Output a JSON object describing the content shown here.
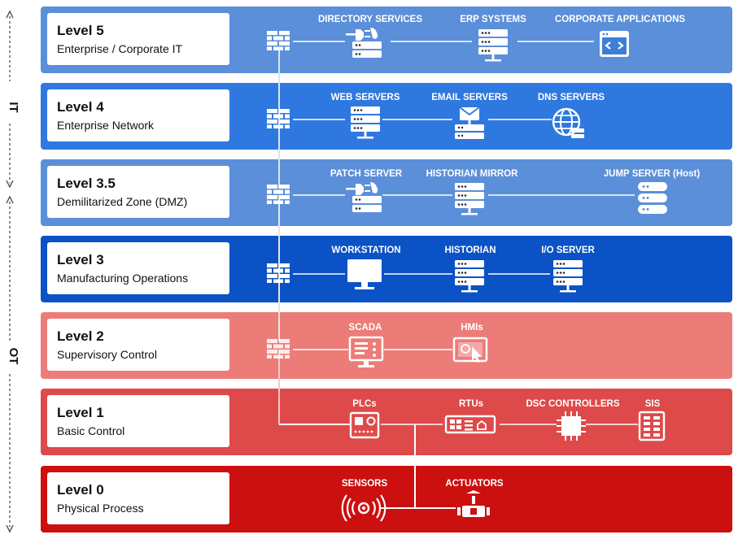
{
  "side_labels": {
    "it": "IT",
    "ot": "OT"
  },
  "levels": [
    {
      "id": "level-5",
      "title": "Level 5",
      "subtitle": "Enterprise / Corporate IT",
      "color": "#5b8fd9",
      "nodes": [
        {
          "label": "DIRECTORY SERVICES",
          "icon": "directory-server-icon"
        },
        {
          "label": "ERP SYSTEMS",
          "icon": "server-rack-icon"
        },
        {
          "label": "CORPORATE APPLICATIONS",
          "icon": "code-window-icon"
        }
      ]
    },
    {
      "id": "level-4",
      "title": "Level 4",
      "subtitle": "Enterprise Network",
      "color": "#2f78e0",
      "nodes": [
        {
          "label": "WEB SERVERS",
          "icon": "server-rack-icon"
        },
        {
          "label": "EMAIL SERVERS",
          "icon": "email-server-icon"
        },
        {
          "label": "DNS SERVERS",
          "icon": "globe-icon"
        }
      ]
    },
    {
      "id": "level-3-5",
      "title": "Level 3.5",
      "subtitle": "Demilitarized Zone (DMZ)",
      "color": "#5b8fd9",
      "nodes": [
        {
          "label": "PATCH SERVER",
          "icon": "directory-server-icon"
        },
        {
          "label": "HISTORIAN MIRROR",
          "icon": "server-rack-icon"
        },
        {
          "label": "JUMP SERVER (Host)",
          "icon": "database-icon"
        }
      ]
    },
    {
      "id": "level-3",
      "title": "Level 3",
      "subtitle": "Manufacturing Operations",
      "color": "#0a52c5",
      "nodes": [
        {
          "label": "WORKSTATION",
          "icon": "monitor-icon"
        },
        {
          "label": "HISTORIAN",
          "icon": "server-rack-icon"
        },
        {
          "label": "I/O SERVER",
          "icon": "server-rack-icon"
        }
      ]
    },
    {
      "id": "level-2",
      "title": "Level 2",
      "subtitle": "Supervisory Control",
      "color": "#ec7c78",
      "nodes": [
        {
          "label": "SCADA",
          "icon": "scada-monitor-icon"
        },
        {
          "label": "HMIs",
          "icon": "touch-panel-icon"
        }
      ]
    },
    {
      "id": "level-1",
      "title": "Level 1",
      "subtitle": "Basic Control",
      "color": "#de4a4a",
      "nodes": [
        {
          "label": "PLCs",
          "icon": "plc-icon"
        },
        {
          "label": "RTUs",
          "icon": "rtu-icon"
        },
        {
          "label": "DSC CONTROLLERS",
          "icon": "chip-icon"
        },
        {
          "label": "SIS",
          "icon": "sis-panel-icon"
        }
      ]
    },
    {
      "id": "level-0",
      "title": "Level 0",
      "subtitle": "Physical Process",
      "color": "#cc0f0f",
      "nodes": [
        {
          "label": "SENSORS",
          "icon": "sensor-waves-icon"
        },
        {
          "label": "ACTUATORS",
          "icon": "valve-actuator-icon"
        }
      ]
    }
  ],
  "firewall_icon": "firewall-icon"
}
